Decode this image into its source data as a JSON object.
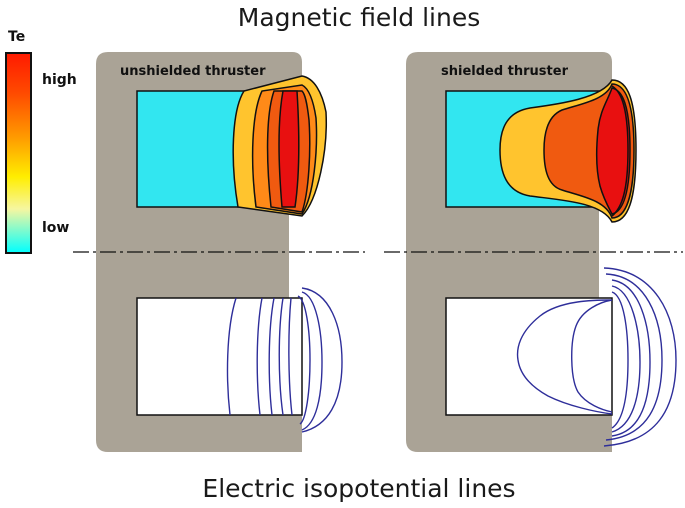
{
  "top_title": "Magnetic field lines",
  "bottom_title": "Electric isopotential lines",
  "colorbar": {
    "label": "Te",
    "high_label": "high",
    "low_label": "low",
    "gradient": [
      "#ff1a00",
      "#ff7a00",
      "#ffe800",
      "#fff48a",
      "#00ffff"
    ]
  },
  "panels": {
    "left": {
      "label": "unshielded thruster"
    },
    "right": {
      "label": "shielded thruster"
    }
  },
  "colors": {
    "body": "#aaa396",
    "channel_low": "#32e6f0",
    "zone_yellow": "#ffc42e",
    "zone_orange_light": "#ff8a18",
    "zone_orange": "#f05a10",
    "zone_red": "#e81010",
    "isopotential": "#2e2e9a"
  }
}
